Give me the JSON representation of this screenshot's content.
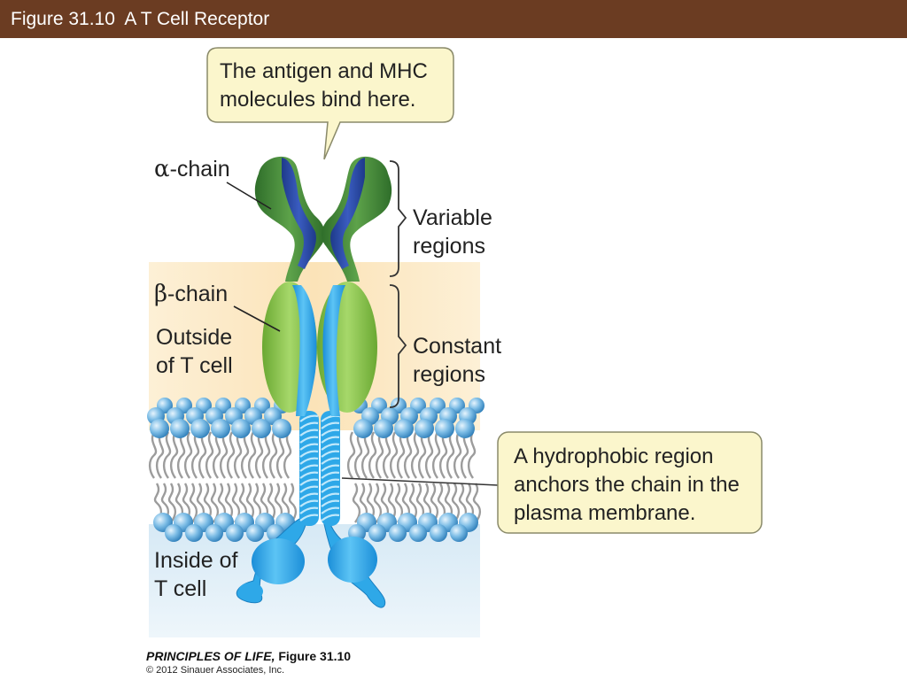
{
  "header": {
    "title": "Figure 31.10  A T Cell Receptor"
  },
  "callouts": {
    "binding_site_line1": "The antigen and MHC",
    "binding_site_line2": "molecules bind here.",
    "hydrophobic_line1": "A hydrophobic region",
    "hydrophobic_line2": "anchors the chain in the",
    "hydrophobic_line3": "plasma membrane."
  },
  "labels": {
    "alpha_symbol": "α",
    "alpha_text": "-chain",
    "beta_symbol": "β",
    "beta_text": "-chain",
    "variable_line1": "Variable",
    "variable_line2": "regions",
    "constant_line1": "Constant",
    "constant_line2": "regions",
    "outside_line1": "Outside",
    "outside_line2": "of T cell",
    "inside_line1": "Inside of",
    "inside_line2": "T cell"
  },
  "credits": {
    "book_title": "PRINCIPLES OF LIFE,",
    "figure_ref": "Figure 31.10",
    "copyright": "© 2012 Sinauer Associates, Inc."
  },
  "colors": {
    "title_bar": "#6b3c22",
    "alpha_chain": "#4a8a3a",
    "alpha_variable_dark": "#2a46a0",
    "beta_chain": "#2ea8e8",
    "constant_light_green": "#8cc63f",
    "outside_bg": "#fbe8c4",
    "inside_bg": "#dcecf6",
    "lipid_head": "#6fb2de",
    "lipid_tail": "#a8a8a8",
    "callout_fill": "#fbf6cc"
  }
}
